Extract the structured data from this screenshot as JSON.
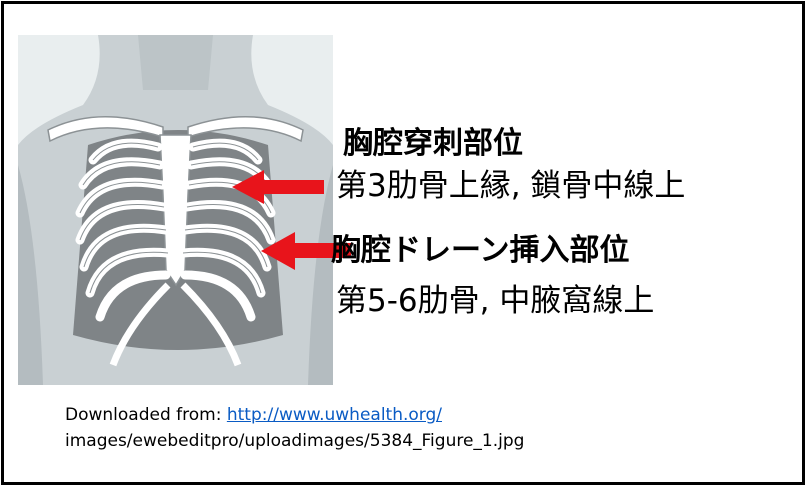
{
  "labels": {
    "site1_title": "胸腔穿刺部位",
    "site1_detail": "第3肋骨上縁, 鎖骨中線上",
    "site2_title": "胸腔ドレーン挿入部位",
    "site2_detail": "第5-6肋骨, 中腋窩線上"
  },
  "credit": {
    "prefix": "Downloaded from: ",
    "link_text": "http://www.uwhealth.org/",
    "path": "images/ewebeditpro/uploadimages/5384_Figure_1.jpg"
  },
  "colors": {
    "arrow": "#e8141b",
    "link": "#0a5bc4",
    "image_background": "#e9eeef"
  }
}
